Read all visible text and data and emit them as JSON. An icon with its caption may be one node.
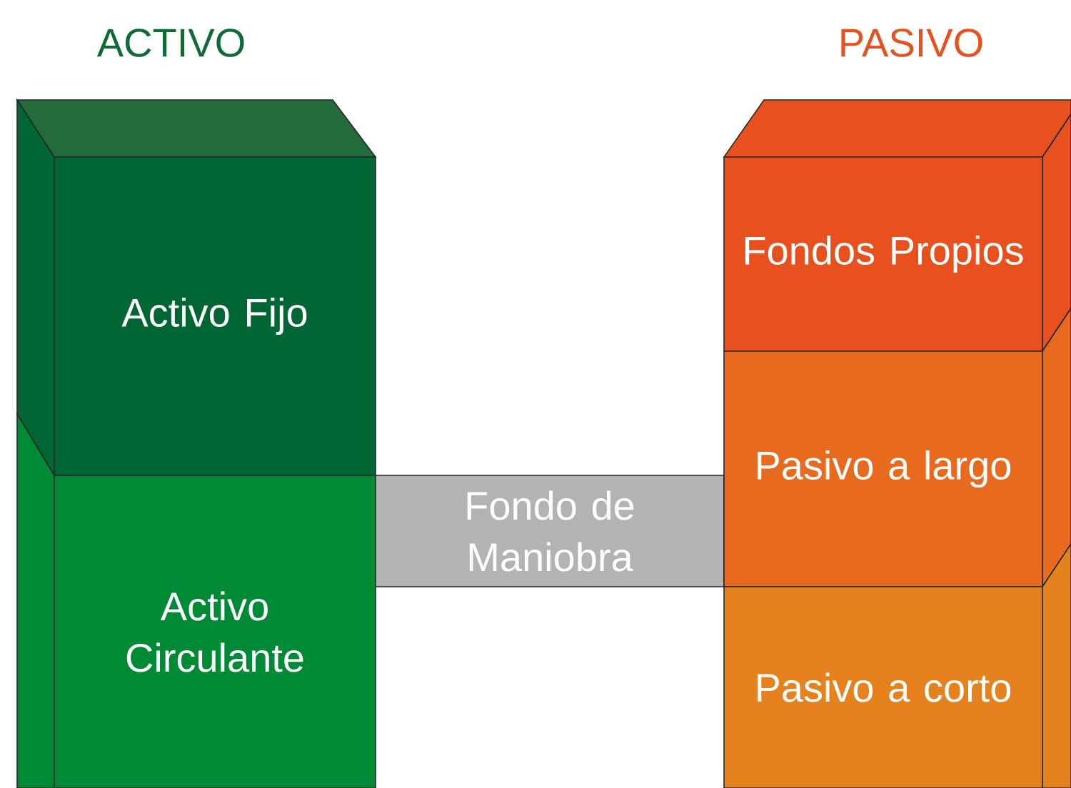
{
  "diagram": {
    "nodes": [
      {
        "text": [
          "Activo Fijo"
        ]
      },
      {
        "text": [
          "Activo Circulante"
        ]
      },
      {
        "text": [
          "Fondo de Maniobra"
        ]
      },
      {
        "text": [
          "Fondos Propios"
        ]
      },
      {
        "text": [
          "Pasivo a largo"
        ]
      },
      {
        "text": [
          "Pasivo a corto"
        ]
      }
    ],
    "labels": [
      "ACTIVO",
      "PASIVO"
    ]
  }
}
